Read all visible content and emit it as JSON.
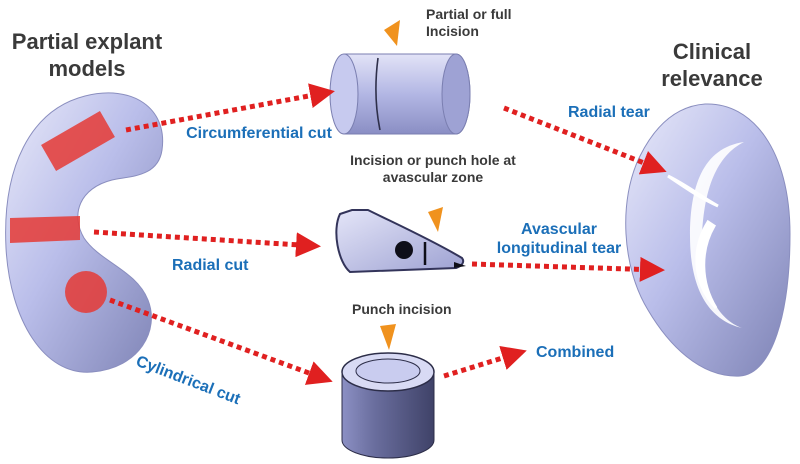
{
  "headers": {
    "left": "Partial explant models",
    "right": "Clinical relevance"
  },
  "labels": {
    "partial_incision": "Partial or full Incision",
    "punch_hole": "Incision or punch hole at avascular zone",
    "punch_incision": "Punch incision",
    "circumferential_cut": "Circumferential cut",
    "radial_cut": "Radial cut",
    "cylindrical_cut": "Cylindrical cut",
    "radial_tear": "Radial tear",
    "avascular_tear": "Avascular longitudinal tear",
    "combined": "Combined"
  },
  "colors": {
    "heading_text": "#3a3a3a",
    "blue_text": "#1b6fb8",
    "arrow_red": "#e02020",
    "blade_orange": "#f0921e",
    "tissue_lavender": "#b9bde8",
    "cut_marker_red": "#e53935"
  }
}
